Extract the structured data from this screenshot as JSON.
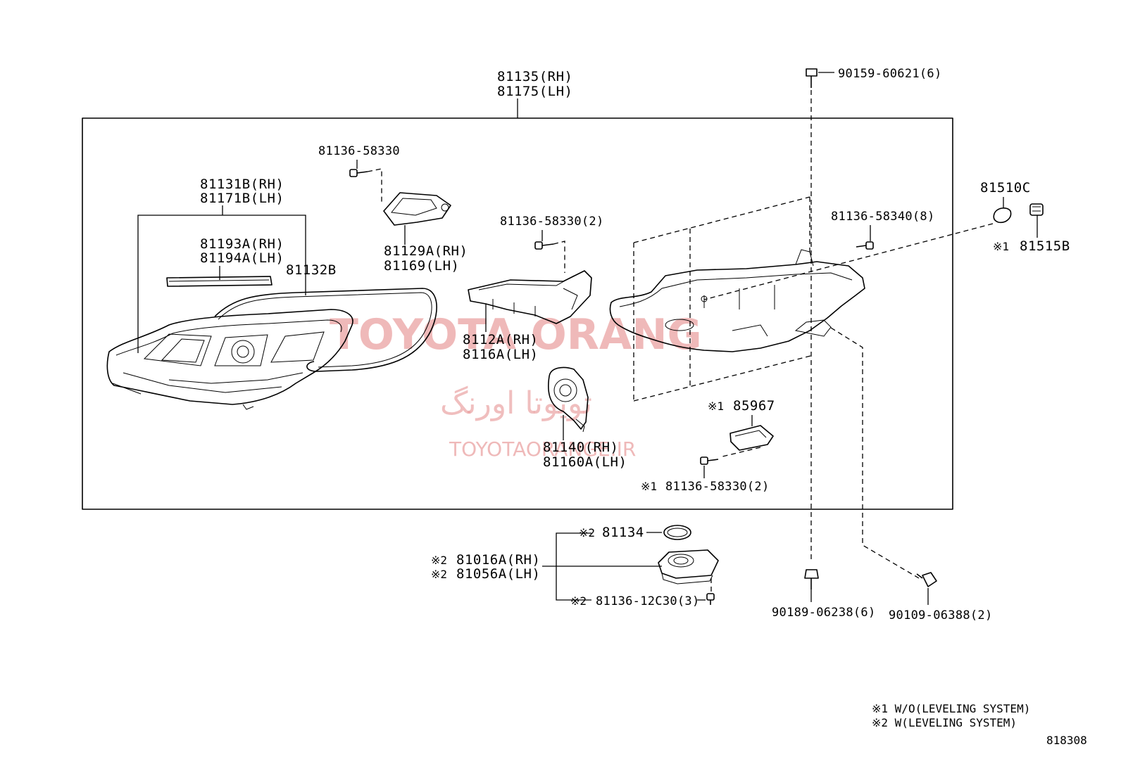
{
  "watermark": {
    "brand_latin": "TOYOTA ORANG",
    "brand_farsi": "تویوتا اورنگ",
    "brand_small": "TOYOTAORANGE.IR"
  },
  "labels": {
    "assembly": [
      "81135(RH)",
      "81175(LH)"
    ],
    "unit": [
      "81131B(RH)",
      "81171B(LH)"
    ],
    "trim": [
      "81193A(RH)",
      "81194A(LH)"
    ],
    "gasket": "81132B",
    "screw_top": "81136-58330",
    "cover": [
      "81129A(RH)",
      "81169(LH)"
    ],
    "screw_bracket": "81136-58330(2)",
    "bracket": [
      "8112A(RH)",
      "8116A(LH)"
    ],
    "socket": [
      "81140(RH)",
      "81160A(LH)"
    ],
    "module": "85967",
    "module_mark": "※1",
    "screw_module": "81136-58330(2)",
    "screw_module_mark": "※1",
    "screw_housing": "81136-58340(8)",
    "bolt_top": "90159-60621(6)",
    "cap": "81510C",
    "bulb": "81515B",
    "bulb_mark": "※1",
    "ring": "81134",
    "ring_mark": "※2",
    "ballast": [
      "81016A(RH)",
      "81056A(LH)"
    ],
    "ballast_marks": [
      "※2",
      "※2"
    ],
    "screw_ballast": "81136-12C30(3)",
    "screw_ballast_mark": "※2",
    "bolt_bottom": "90189-06238(6)",
    "bolt_right": "90109-06388(2)"
  },
  "legend": {
    "notes": [
      "※1 W/O(LEVELING SYSTEM)",
      "※2 W(LEVELING SYSTEM)"
    ],
    "illustration_number": "818308"
  }
}
